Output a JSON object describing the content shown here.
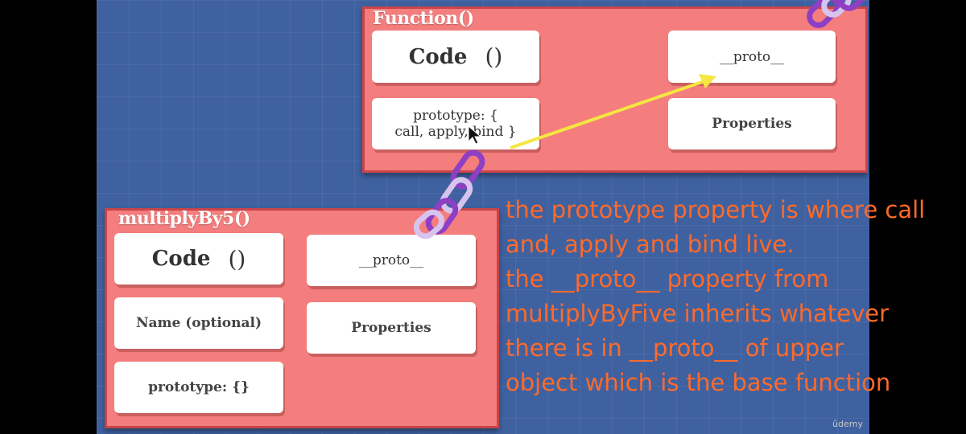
{
  "function_box": {
    "title": "Function()",
    "code_label": "Code",
    "code_parens": "()",
    "proto_label": "__proto__",
    "prototype_line1": "prototype: {",
    "prototype_line2": "call, apply, bind }",
    "properties_label": "Properties"
  },
  "multiply_box": {
    "title": "multiplyBy5()",
    "code_label": "Code",
    "code_parens": "()",
    "proto_label": "__proto__",
    "name_label": "Name (optional)",
    "properties_label": "Properties",
    "prototype_label": "prototype: {}"
  },
  "note": {
    "text": "the prototype property is where call\nand, apply and bind live.\nthe __proto__ property from\nmultiplyByFive inherits whatever\nthere is in __proto__ of upper\nobject which is the base function"
  },
  "watermark": "ûdemy",
  "colors": {
    "background": "#3f61a0",
    "panel": "#f47d7d",
    "note_text": "#ff6a2a",
    "arrow": "#f5e642",
    "chain_purple": "#8e3fc4",
    "chain_light": "#d7c4ee"
  }
}
